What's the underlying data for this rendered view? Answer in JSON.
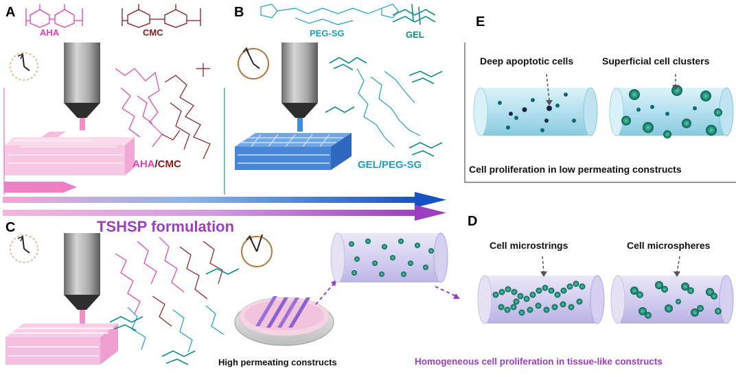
{
  "panels": {
    "a": {
      "label": "A",
      "polymers": [
        "AHA",
        "CMC"
      ],
      "blend_parts": [
        "AHA",
        "/",
        "CMC"
      ]
    },
    "b": {
      "label": "B",
      "polymers": [
        "PEG-SG",
        "GEL"
      ],
      "blend_label": "GEL/PEG-SG"
    },
    "c": {
      "label": "C",
      "formulation": "TSHSP formulation",
      "construct_caption": "High permeating constructs"
    },
    "d": {
      "label": "D",
      "labels": [
        "Cell microstrings",
        "Cell microspheres"
      ],
      "caption": "Homogeneous cell proliferation in tissue-like constructs"
    },
    "e": {
      "label": "E",
      "labels": [
        "Deep apoptotic cells",
        "Superficial cell clusters"
      ],
      "caption": "Cell proliferation in low permeating constructs"
    }
  },
  "colors": {
    "aha": "#e040b4",
    "cmc": "#8b1a1a",
    "peg": "#1aa0c8",
    "gel": "#0c8a8a",
    "formulation": "#9b3fc0",
    "arrow_blue": "#1858c8",
    "arrow_purple": "#9b3fc0"
  }
}
